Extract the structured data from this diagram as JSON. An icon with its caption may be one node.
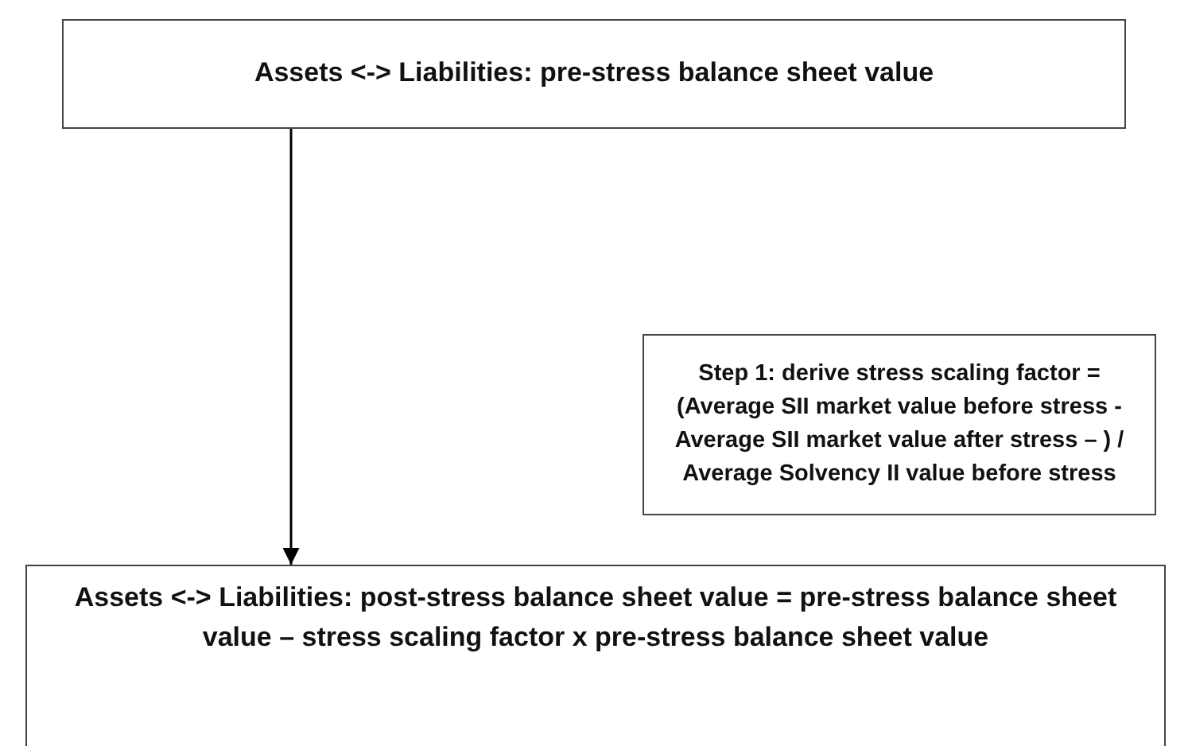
{
  "diagram": {
    "nodes": [
      {
        "text": [
          "Assets <-> Liabilities: pre-stress balance sheet value"
        ]
      },
      {
        "text": [
          "Step 1: derive stress scaling factor = (Average SII market value before stress - Average SII market value after stress – ) / Average Solvency II value before stress"
        ]
      },
      {
        "text": [
          "Assets <-> Liabilities: post-stress balance sheet value = pre-stress balance sheet value – stress scaling factor x pre-stress balance sheet value"
        ]
      }
    ],
    "edges": [
      {
        "from": 0,
        "to": 2,
        "arrow": "to"
      }
    ]
  }
}
